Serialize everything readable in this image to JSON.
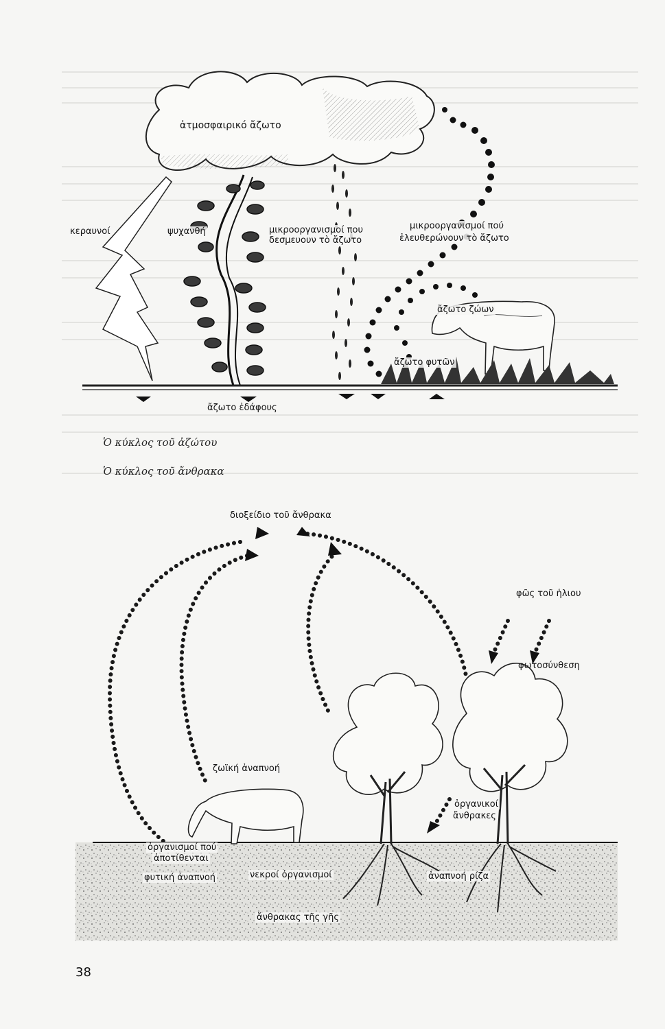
{
  "nitrogen": {
    "atmospheric": "ἀτμοσφαιρικό ἄζωτο",
    "lightning": "κεραυνοί",
    "plant": "ψυχανθή",
    "fixing_1": "μικροοργανισμοί που",
    "fixing_2": "δεσμευουν τὸ ἄζωτο",
    "releasing_1": "μικροοργανισμοί πού",
    "releasing_2": "ἐλευθερώνουν τὸ ἄζωτο",
    "animal_n": "ἄζωτο ζώων",
    "plant_n": "ἄζωτο φυτῶν",
    "soil_n": "ἄζωτο ἐδάφους",
    "caption": "Ὁ κύκλος τοῦ ἀζώτου"
  },
  "carbon": {
    "caption": "Ὁ κύκλος τοῦ ἄνθρακα",
    "co2": "διοξείδιο τοῦ ἄνθρακα",
    "sunlight": "φῶς τοῦ ἡλιου",
    "photosynthesis": "φωτοσύνθεση",
    "animal_resp": "ζωϊκή ἀναπνοή",
    "organic_1": "ὀργανικοί",
    "organic_2": "ἄνθρακες",
    "deposited_1": "ὀργανισμοί πού",
    "deposited_2": "ἀποτίθενται",
    "plant_resp": "φυτική ἀναπνοή",
    "dead": "νεκροί ὀργανισμοί",
    "root_resp": "ἀναπνοή ρίζα",
    "earth_carbon": "ἄνθρακας τῆς γῆς"
  },
  "page_number": "38"
}
